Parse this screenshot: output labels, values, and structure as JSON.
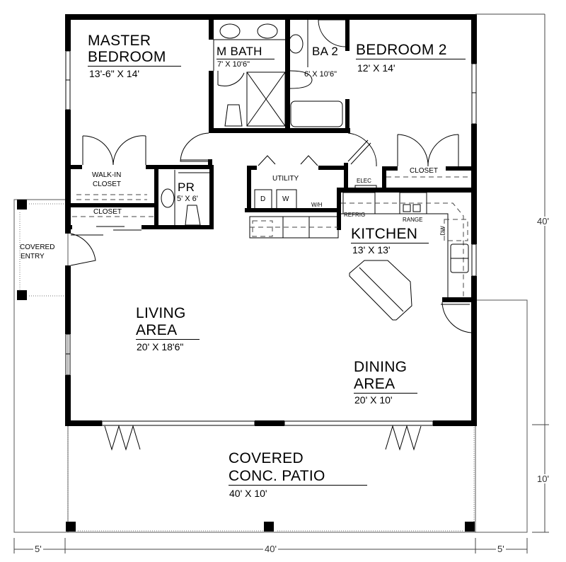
{
  "plan": {
    "overall": {
      "width": "40'",
      "depth": "40'",
      "patio_depth": "10'",
      "side_left": "5'",
      "side_right": "5'"
    },
    "rooms": {
      "master_bedroom": {
        "name_line1": "MASTER",
        "name_line2": "BEDROOM",
        "size": "13'-6\" X 14'"
      },
      "master_bath": {
        "name": "M BATH",
        "size": "7' X 10'6\""
      },
      "bath_2": {
        "name": "BA 2",
        "size": "6' X 10'6\""
      },
      "bedroom_2": {
        "name": "BEDROOM 2",
        "size": "12' X 14'"
      },
      "walk_in_closet": {
        "name_line1": "WALK-IN",
        "name_line2": "CLOSET"
      },
      "closet_hall": {
        "name": "CLOSET"
      },
      "powder_room": {
        "name": "PR",
        "size": "5' X 6'"
      },
      "utility": {
        "name": "UTILITY",
        "dryer": "D",
        "washer": "W",
        "water_heater": "W/H"
      },
      "elec": {
        "name": "ELEC"
      },
      "closet_bedroom2": {
        "name": "CLOSET"
      },
      "kitchen": {
        "name": "KITCHEN",
        "size": "13' X 13'",
        "refrigerator": "REFRIG",
        "range": "RANGE",
        "dishwasher": "DW"
      },
      "covered_entry": {
        "name_line1": "COVERED",
        "name_line2": "ENTRY"
      },
      "living_area": {
        "name_line1": "LIVING",
        "name_line2": "AREA",
        "size": "20' X 18'6\""
      },
      "dining_area": {
        "name_line1": "DINING",
        "name_line2": "AREA",
        "size": "20' X 10'"
      },
      "patio": {
        "name_line1": "COVERED",
        "name_line2": "CONC. PATIO",
        "size": "40' X 10'"
      }
    },
    "dimensions": {
      "right_upper": "40'",
      "right_lower": "10'",
      "bottom_left": "5'",
      "bottom_center": "40'",
      "bottom_right": "5'"
    }
  }
}
